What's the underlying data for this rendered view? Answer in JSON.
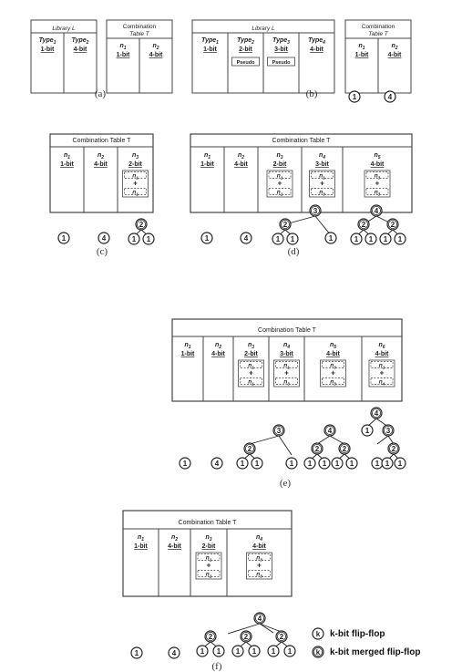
{
  "panel_a": {
    "library": {
      "title": "Library L",
      "cols": [
        {
          "head": "Type",
          "sub": "1",
          "value": "1-bit"
        },
        {
          "head": "Type",
          "sub": "2",
          "value": "4-bit"
        }
      ]
    },
    "combo": {
      "title1": "Combination",
      "title2": "Table T",
      "cols": [
        {
          "head": "n",
          "sub": "1",
          "value": "1-bit"
        },
        {
          "head": "n",
          "sub": "2",
          "value": "4-bit"
        }
      ]
    },
    "caption": "(a)"
  },
  "panel_b": {
    "library": {
      "title": "Library L",
      "cols": [
        {
          "head": "Type",
          "sub": "1",
          "value": "1-bit",
          "pseudo": ""
        },
        {
          "head": "Type",
          "sub": "2",
          "value": "2-bit",
          "pseudo": "Pseudo"
        },
        {
          "head": "Type",
          "sub": "3",
          "value": "3-bit",
          "pseudo": "Pseudo"
        },
        {
          "head": "Type",
          "sub": "4",
          "value": "4-bit",
          "pseudo": ""
        }
      ]
    },
    "combo": {
      "title1": "Combination",
      "title2": "Table T",
      "cols": [
        {
          "head": "n",
          "sub": "1",
          "value": "1-bit"
        },
        {
          "head": "n",
          "sub": "2",
          "value": "4-bit"
        }
      ]
    },
    "caption": "(b)",
    "nodes": [
      "1",
      "4"
    ]
  },
  "panel_c": {
    "title": "Combination Table T",
    "cols": [
      {
        "head": "n",
        "sub": "1",
        "value": "1-bit",
        "parts": []
      },
      {
        "head": "n",
        "sub": "2",
        "value": "4-bit",
        "parts": []
      },
      {
        "head": "n",
        "sub": "3",
        "value": "2-bit",
        "parts": [
          "n1",
          "n1"
        ]
      }
    ],
    "plus": "+",
    "caption": "(c)",
    "nodes": [
      "1",
      "4",
      "2",
      "1",
      "1"
    ]
  },
  "panel_d": {
    "title": "Combination Table T",
    "cols": [
      {
        "head": "n",
        "sub": "1",
        "value": "1-bit",
        "parts": []
      },
      {
        "head": "n",
        "sub": "2",
        "value": "4-bit",
        "parts": []
      },
      {
        "head": "n",
        "sub": "3",
        "value": "2-bit",
        "parts": [
          "n1",
          "n1"
        ]
      },
      {
        "head": "n",
        "sub": "4",
        "value": "3-bit",
        "parts": [
          "n1",
          "n3"
        ]
      },
      {
        "head": "n",
        "sub": "5",
        "value": "4-bit",
        "parts": [
          "n3",
          "n3"
        ]
      }
    ],
    "plus": "+",
    "caption": "(d)",
    "nodes": [
      "1",
      "4",
      "3",
      "2",
      "1",
      "1",
      "1",
      "4",
      "2",
      "2",
      "1",
      "1",
      "1",
      "1"
    ]
  },
  "panel_e": {
    "title": "Combination Table T",
    "cols": [
      {
        "head": "n",
        "sub": "1",
        "value": "1-bit",
        "parts": []
      },
      {
        "head": "n",
        "sub": "2",
        "value": "4-bit",
        "parts": []
      },
      {
        "head": "n",
        "sub": "3",
        "value": "2-bit",
        "parts": [
          "n1",
          "n1"
        ]
      },
      {
        "head": "n",
        "sub": "4",
        "value": "3-bit",
        "parts": [
          "n1",
          "n3"
        ]
      },
      {
        "head": "n",
        "sub": "5",
        "value": "4-bit",
        "parts": [
          "n3",
          "n3"
        ]
      },
      {
        "head": "n",
        "sub": "6",
        "value": "4-bit",
        "parts": [
          "n1",
          "n4"
        ]
      }
    ],
    "plus": "+",
    "caption": "(e)",
    "nodes": [
      "1",
      "4",
      "3",
      "2",
      "1",
      "1",
      "1",
      "4",
      "2",
      "2",
      "1",
      "1",
      "1",
      "1",
      "4",
      "1",
      "3",
      "1",
      "2",
      "1",
      "1"
    ]
  },
  "panel_f": {
    "title": "Combination Table T",
    "cols": [
      {
        "head": "n",
        "sub": "1",
        "value": "1-bit",
        "parts": []
      },
      {
        "head": "n",
        "sub": "2",
        "value": "4-bit",
        "parts": []
      },
      {
        "head": "n",
        "sub": "3",
        "value": "2-bit",
        "parts": [
          "n1",
          "n1"
        ]
      },
      {
        "head": "n",
        "sub": "4",
        "value": "4-bit",
        "parts": [
          "n3",
          "n3"
        ]
      }
    ],
    "plus": "+",
    "caption": "(f)",
    "nodes": [
      "1",
      "4",
      "4",
      "2",
      "2",
      "1",
      "1",
      "1",
      "1"
    ]
  },
  "legend": {
    "symbol": "k",
    "ff": "k-bit flip-flop",
    "merged": "k-bit merged flip-flop"
  }
}
